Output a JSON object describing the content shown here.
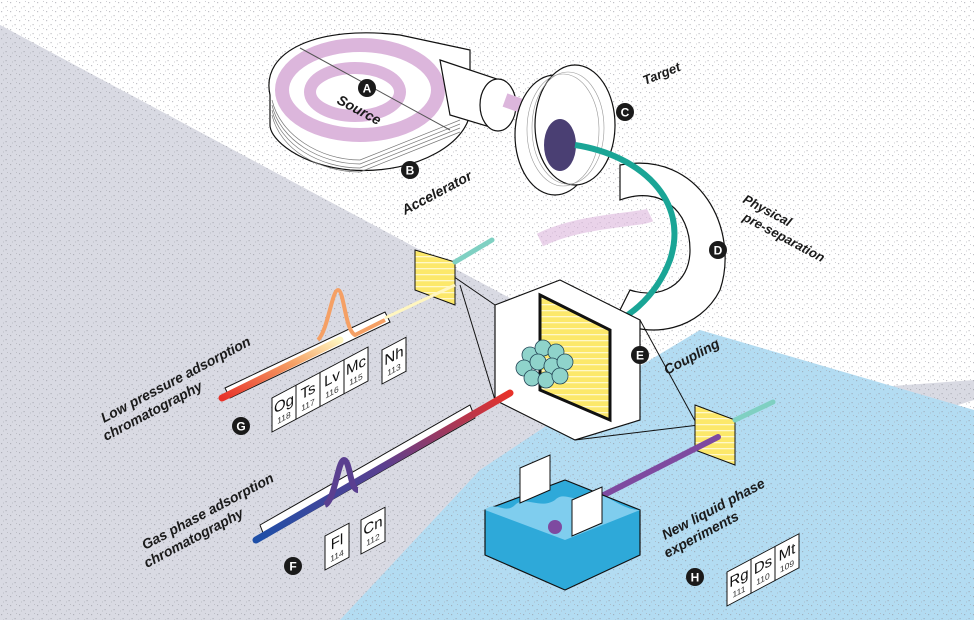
{
  "title": "Superheavy element chemistry experimental setup",
  "colors": {
    "background_white": "#ffffff",
    "background_gray": "#d9dae3",
    "background_blue": "#b3dcf2",
    "stipple": "#9a9aa3",
    "source_pink": "#dcb6dc",
    "target_dark": "#4a3f73",
    "beam_teal": "#1aa596",
    "cluster_teal": "#8fd3cb",
    "yellow_filter": "#fce86a",
    "red_column": "#e8322a",
    "blue_column": "#1e4fa8",
    "purple_beam": "#7e4aa0",
    "water_blue": "#2ea9d9",
    "badge_black": "#1a1a1a"
  },
  "components": [
    {
      "badge": "A",
      "label": "Source"
    },
    {
      "badge": "B",
      "label": "Accelerator"
    },
    {
      "badge": "C",
      "label": "Target"
    },
    {
      "badge": "D",
      "label": "Physical pre-separation",
      "lines": [
        "Physical",
        "pre-separation"
      ]
    },
    {
      "badge": "E",
      "label": "Coupling"
    },
    {
      "badge": "F",
      "label": "Gas phase adsorption chromatography",
      "lines": [
        "Gas phase adsorption",
        "chromatography"
      ]
    },
    {
      "badge": "G",
      "label": "Low pressure adsorption chromatography",
      "lines": [
        "Low pressure adsorption",
        "chromatography"
      ]
    },
    {
      "badge": "H",
      "label": "New liquid phase experiments",
      "lines": [
        "New liquid phase",
        "experiments"
      ]
    }
  ],
  "element_groups": {
    "low_pressure": [
      {
        "symbol": "Og",
        "number": "118"
      },
      {
        "symbol": "Ts",
        "number": "117"
      },
      {
        "symbol": "Lv",
        "number": "116"
      },
      {
        "symbol": "Mc",
        "number": "115"
      }
    ],
    "low_pressure_single": [
      {
        "symbol": "Nh",
        "number": "113"
      }
    ],
    "gas_phase": [
      {
        "symbol": "Fl",
        "number": "114"
      },
      {
        "symbol": "Cn",
        "number": "112"
      }
    ],
    "liquid_phase": [
      {
        "symbol": "Rg",
        "number": "111"
      },
      {
        "symbol": "Ds",
        "number": "110"
      },
      {
        "symbol": "Mt",
        "number": "109"
      }
    ]
  }
}
